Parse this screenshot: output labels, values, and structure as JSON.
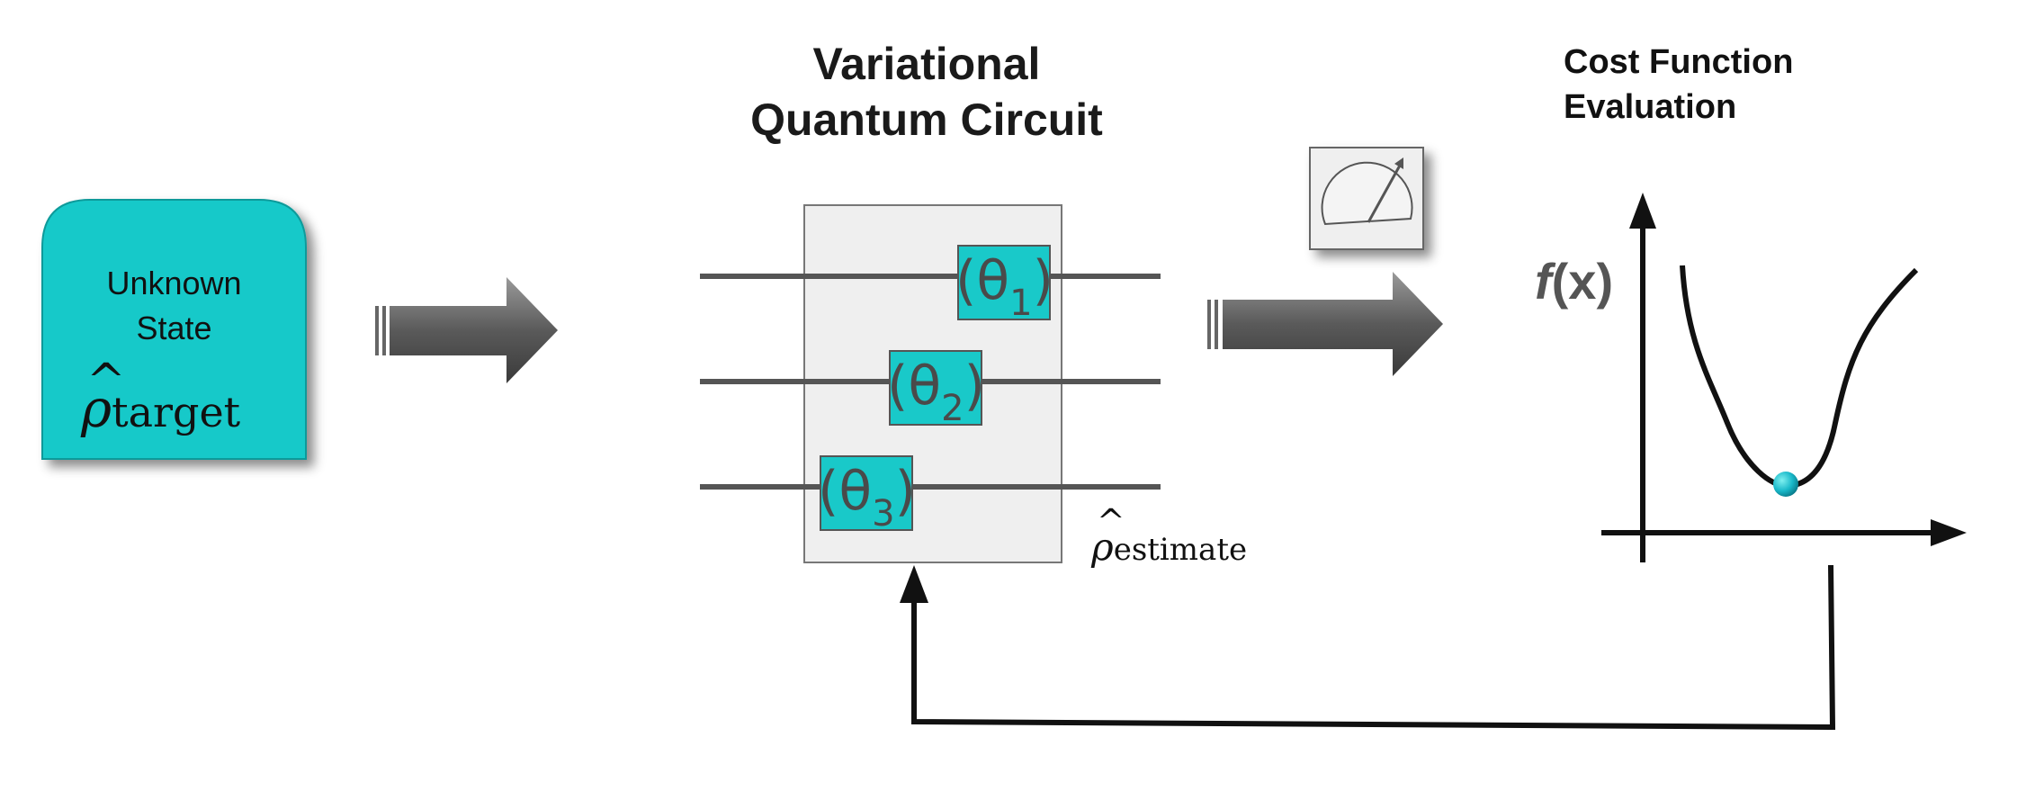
{
  "title": {
    "line1": "Variational",
    "line2": "Quantum Circuit"
  },
  "cost_title": {
    "line1": "Cost Function",
    "line2": "Evaluation"
  },
  "input_box": {
    "line1": "Unknown",
    "line2": "State",
    "symbol": "ρ",
    "hat": "^",
    "subscript": "target"
  },
  "output_state": {
    "symbol": "ρ",
    "hat": "^",
    "subscript": "estimate"
  },
  "gates": [
    {
      "open": "(θ",
      "index": "1",
      "close": ")"
    },
    {
      "open": "(θ",
      "index": "2",
      "close": ")"
    },
    {
      "open": "(θ",
      "index": "3",
      "close": ")"
    }
  ],
  "plot": {
    "ylabel_f": "f",
    "ylabel_x": "(x)"
  },
  "colors": {
    "teal": "#19c9c9",
    "box_gray": "#efefef",
    "wire": "#555555",
    "arrow_dark": "#444444",
    "arrow_light": "#8a8a8a",
    "line": "#111111"
  },
  "icons": [
    "meter-icon",
    "right-arrow-icon",
    "feedback-arrow-icon"
  ]
}
